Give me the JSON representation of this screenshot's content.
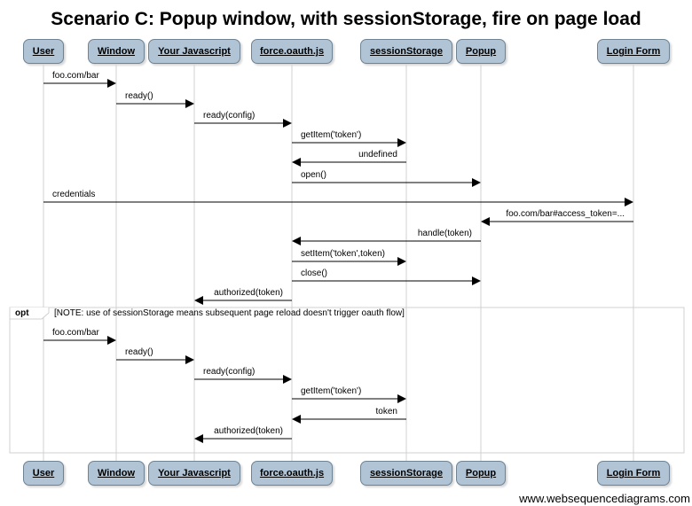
{
  "title": "Scenario C: Popup window, with sessionStorage, fire on page load",
  "participants": [
    {
      "id": "user",
      "label": "User"
    },
    {
      "id": "window",
      "label": "Window"
    },
    {
      "id": "your_javascript",
      "label": "Your Javascript"
    },
    {
      "id": "force_oauth",
      "label": "force.oauth.js"
    },
    {
      "id": "session_storage",
      "label": "sessionStorage"
    },
    {
      "id": "popup",
      "label": "Popup"
    },
    {
      "id": "login_form",
      "label": "Login Form"
    }
  ],
  "messages": [
    {
      "from": "user",
      "to": "window",
      "label": "foo.com/bar"
    },
    {
      "from": "window",
      "to": "your_javascript",
      "label": "ready()"
    },
    {
      "from": "your_javascript",
      "to": "force_oauth",
      "label": "ready(config)"
    },
    {
      "from": "force_oauth",
      "to": "session_storage",
      "label": "getItem('token')"
    },
    {
      "from": "session_storage",
      "to": "force_oauth",
      "label": "undefined"
    },
    {
      "from": "force_oauth",
      "to": "popup",
      "label": "open()"
    },
    {
      "from": "user",
      "to": "login_form",
      "label": "credentials"
    },
    {
      "from": "login_form",
      "to": "popup",
      "label": "foo.com/bar#access_token=..."
    },
    {
      "from": "popup",
      "to": "force_oauth",
      "label": "handle(token)"
    },
    {
      "from": "force_oauth",
      "to": "session_storage",
      "label": "setItem('token',token)"
    },
    {
      "from": "force_oauth",
      "to": "popup",
      "label": "close()"
    },
    {
      "from": "force_oauth",
      "to": "your_javascript",
      "label": "authorized(token)"
    }
  ],
  "fragment": {
    "label": "opt",
    "condition": "[NOTE: use of sessionStorage means subsequent page reload doesn't trigger oauth flow]",
    "messages": [
      {
        "from": "user",
        "to": "window",
        "label": "foo.com/bar"
      },
      {
        "from": "window",
        "to": "your_javascript",
        "label": "ready()"
      },
      {
        "from": "your_javascript",
        "to": "force_oauth",
        "label": "ready(config)"
      },
      {
        "from": "force_oauth",
        "to": "session_storage",
        "label": "getItem('token')"
      },
      {
        "from": "session_storage",
        "to": "force_oauth",
        "label": "token"
      },
      {
        "from": "force_oauth",
        "to": "your_javascript",
        "label": "authorized(token)"
      }
    ]
  },
  "watermark": "www.websequencediagrams.com"
}
